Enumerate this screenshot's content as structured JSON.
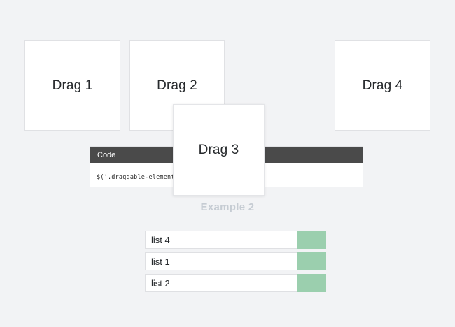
{
  "page": {
    "background_color": "#f2f3f5",
    "text_color": "#26292c"
  },
  "example1": {
    "boxes": [
      {
        "label": "Drag 1",
        "name": "drag-box-1",
        "dragging": false
      },
      {
        "label": "Drag 2",
        "name": "drag-box-2",
        "dragging": false
      },
      {
        "label": "Drag 3",
        "name": "drag-box-3",
        "dragging": true
      },
      {
        "label": "Drag 4",
        "name": "drag-box-4",
        "dragging": false
      }
    ]
  },
  "code_panel": {
    "title": "Code",
    "snippet": "$('.draggable-element').an",
    "header_color": "#4a4a4a",
    "body_color": "#ffffff"
  },
  "example2": {
    "title": "Example 2",
    "title_color": "#c6ccd3",
    "handle_color": "#9bcfae",
    "items": [
      {
        "label": "list 4"
      },
      {
        "label": "list 1"
      },
      {
        "label": "list 2"
      }
    ]
  }
}
